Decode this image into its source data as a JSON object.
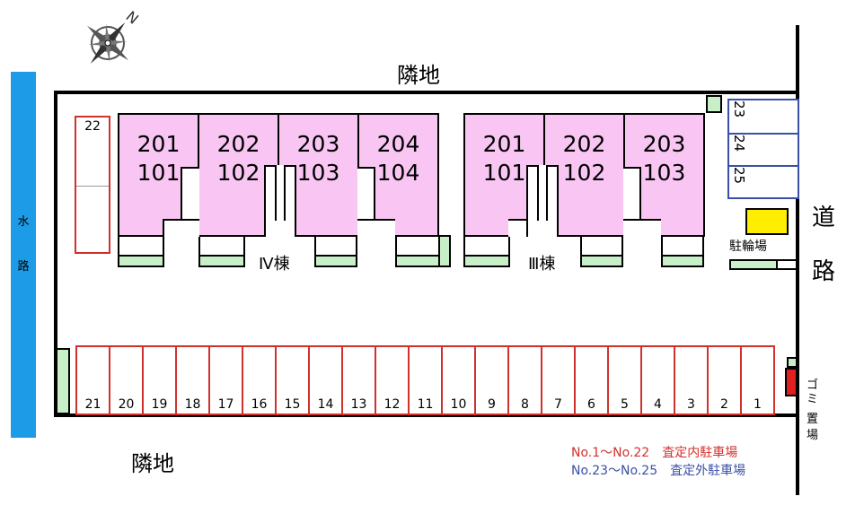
{
  "labels": {
    "neighbor_top": "隣地",
    "neighbor_bottom": "隣地",
    "waterway": [
      "水",
      "路"
    ],
    "road": [
      "道",
      "路"
    ],
    "bicycle": "駐輪場",
    "garbage": [
      "ゴ",
      "ミ",
      "置",
      "場"
    ],
    "building_iv": "Ⅳ棟",
    "building_iii": "Ⅲ棟",
    "compass_n": "N"
  },
  "building_iv_units": [
    {
      "upper": "201",
      "lower": "101"
    },
    {
      "upper": "202",
      "lower": "102"
    },
    {
      "upper": "203",
      "lower": "103"
    },
    {
      "upper": "204",
      "lower": "104"
    }
  ],
  "building_iii_units": [
    {
      "upper": "201",
      "lower": "101"
    },
    {
      "upper": "202",
      "lower": "102"
    },
    {
      "upper": "203",
      "lower": "103"
    }
  ],
  "parking_bottom": [
    "21",
    "20",
    "19",
    "18",
    "17",
    "16",
    "15",
    "14",
    "13",
    "12",
    "11",
    "10",
    "9",
    "8",
    "7",
    "6",
    "5",
    "4",
    "3",
    "2",
    "1"
  ],
  "parking_22": "22",
  "parking_outside": [
    "23",
    "24",
    "25"
  ],
  "legend": {
    "inside": "No.1～No.22　査定内駐車場",
    "outside": "No.23～No.25　査定外駐車場"
  },
  "colors": {
    "unit": "#f9c6f3",
    "garden": "#c8f0c8",
    "inside_slot": "#d0312d",
    "outside_slot": "#3a4fa5",
    "water": "#1e9be6",
    "bicycle": "#ffee00",
    "garbage": "#e02020"
  }
}
